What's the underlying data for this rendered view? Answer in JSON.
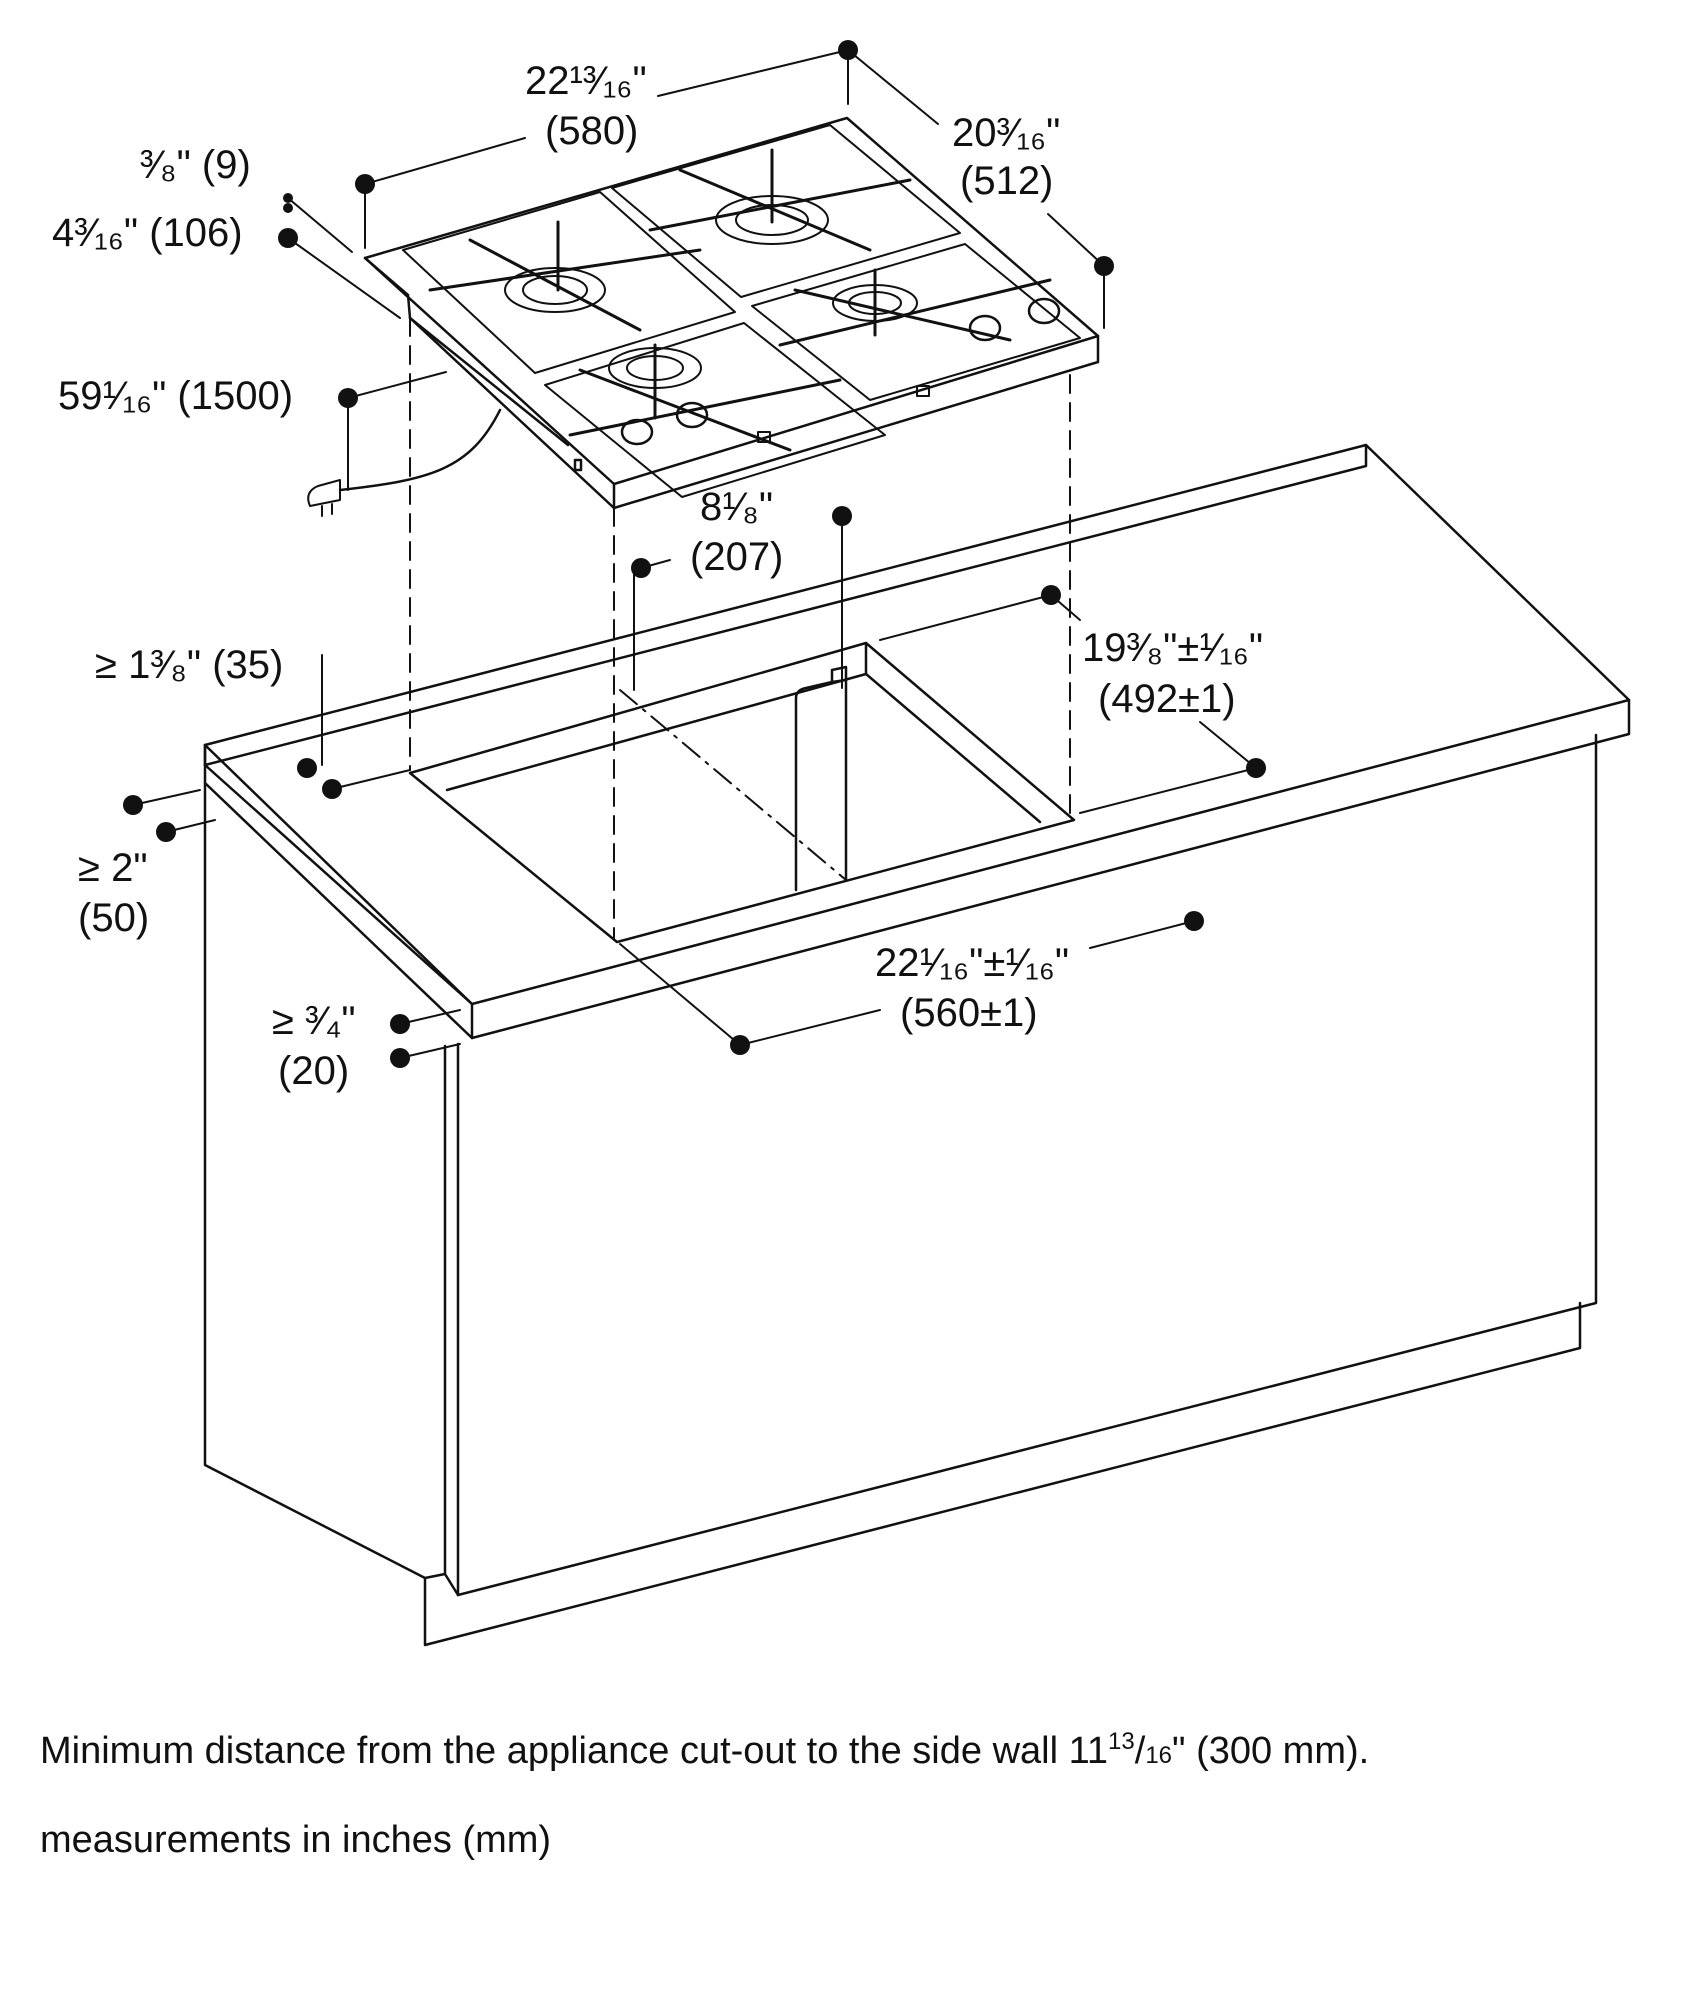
{
  "dimensions": {
    "appliance_width": {
      "in": "22¹³⁄₁₆\"",
      "mm": "(580)"
    },
    "appliance_depth": {
      "in": "20³⁄₁₆\"",
      "mm": "(512)"
    },
    "panel_thickness": {
      "label": "³⁄₈\" (9)"
    },
    "appliance_height": {
      "label": "4³⁄₁₆\" (106)"
    },
    "cable_length": {
      "label": "59¹⁄₁₆\" (1500)"
    },
    "gas_connection": {
      "in": "8¹⁄₈\"",
      "mm": "(207)"
    },
    "cutout_depth": {
      "in": "19³⁄₈\"±¹⁄₁₆\"",
      "mm": "(492±1)"
    },
    "cutout_width": {
      "in": "22¹⁄₁₆\"±¹⁄₁₆\"",
      "mm": "(560±1)"
    },
    "min_rear_distance": {
      "label": "≥ 1³⁄₈\" (35)"
    },
    "min_front_distance": {
      "in": "≥ 2\"",
      "mm": "(50)"
    },
    "min_worktop_thickness": {
      "in": "≥ ³⁄₄\"",
      "mm": "(20)"
    }
  },
  "notes": {
    "side_wall_prefix": "Minimum distance from the appliance cut-out to the side wall 11",
    "side_wall_frac_num": "13",
    "side_wall_frac_den": "16",
    "side_wall_suffix": "\" (300 mm).",
    "units": "measurements in inches (mm)"
  },
  "colors": {
    "line": "#111111",
    "background": "#ffffff"
  }
}
